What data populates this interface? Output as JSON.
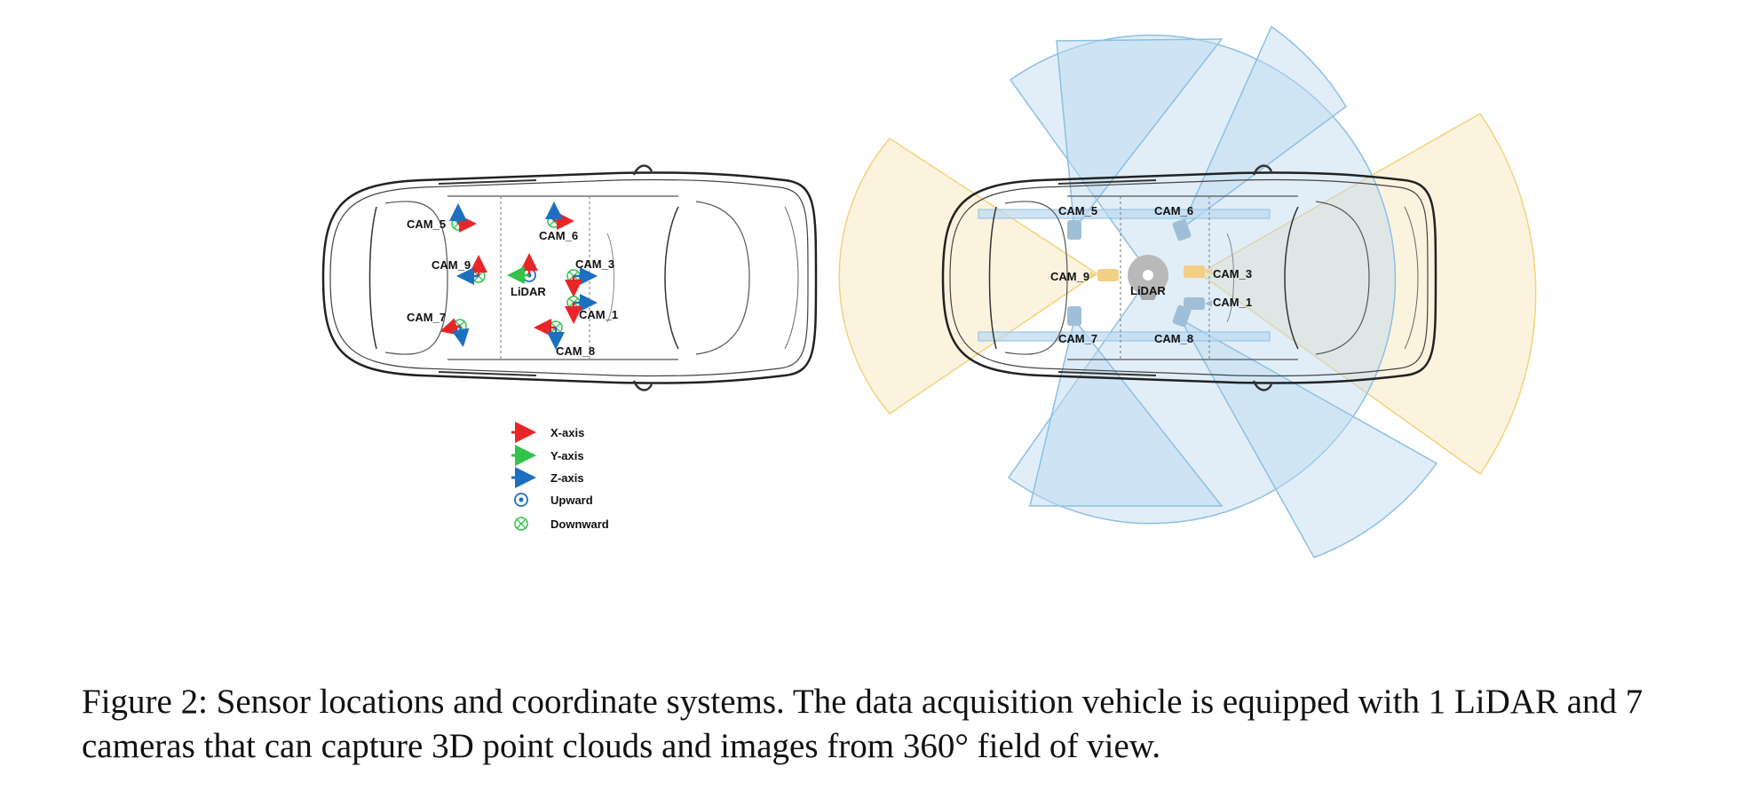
{
  "left_diagram": {
    "cameras": {
      "cam5": "CAM_5",
      "cam6": "CAM_6",
      "cam9": "CAM_9",
      "cam3": "CAM_3",
      "cam1": "CAM_1",
      "cam7": "CAM_7",
      "cam8": "CAM_8"
    },
    "lidar": "LiDAR"
  },
  "legend": {
    "x_axis": "X-axis",
    "y_axis": "Y-axis",
    "z_axis": "Z-axis",
    "upward": "Upward",
    "downward": "Downward",
    "colors": {
      "x": "#e8262a",
      "y": "#33c24a",
      "z": "#1d6fc0"
    }
  },
  "right_diagram": {
    "cameras": {
      "cam5": "CAM_5",
      "cam6": "CAM_6",
      "cam9": "CAM_9",
      "cam3": "CAM_3",
      "cam1": "CAM_1",
      "cam7": "CAM_7",
      "cam8": "CAM_8"
    },
    "lidar": "LiDAR",
    "colors": {
      "blue_fov": "#bcd9ef",
      "yellow_fov": "#fbf1d9",
      "blue_edge": "#8dbfe3",
      "yellow_edge": "#f3d27a",
      "lidar": "#b9b9b9"
    }
  },
  "caption": "Figure 2: Sensor locations and coordinate systems. The data acquisition vehicle is equipped with 1 LiDAR and 7 cameras that can capture 3D point clouds and images from 360° field of view."
}
